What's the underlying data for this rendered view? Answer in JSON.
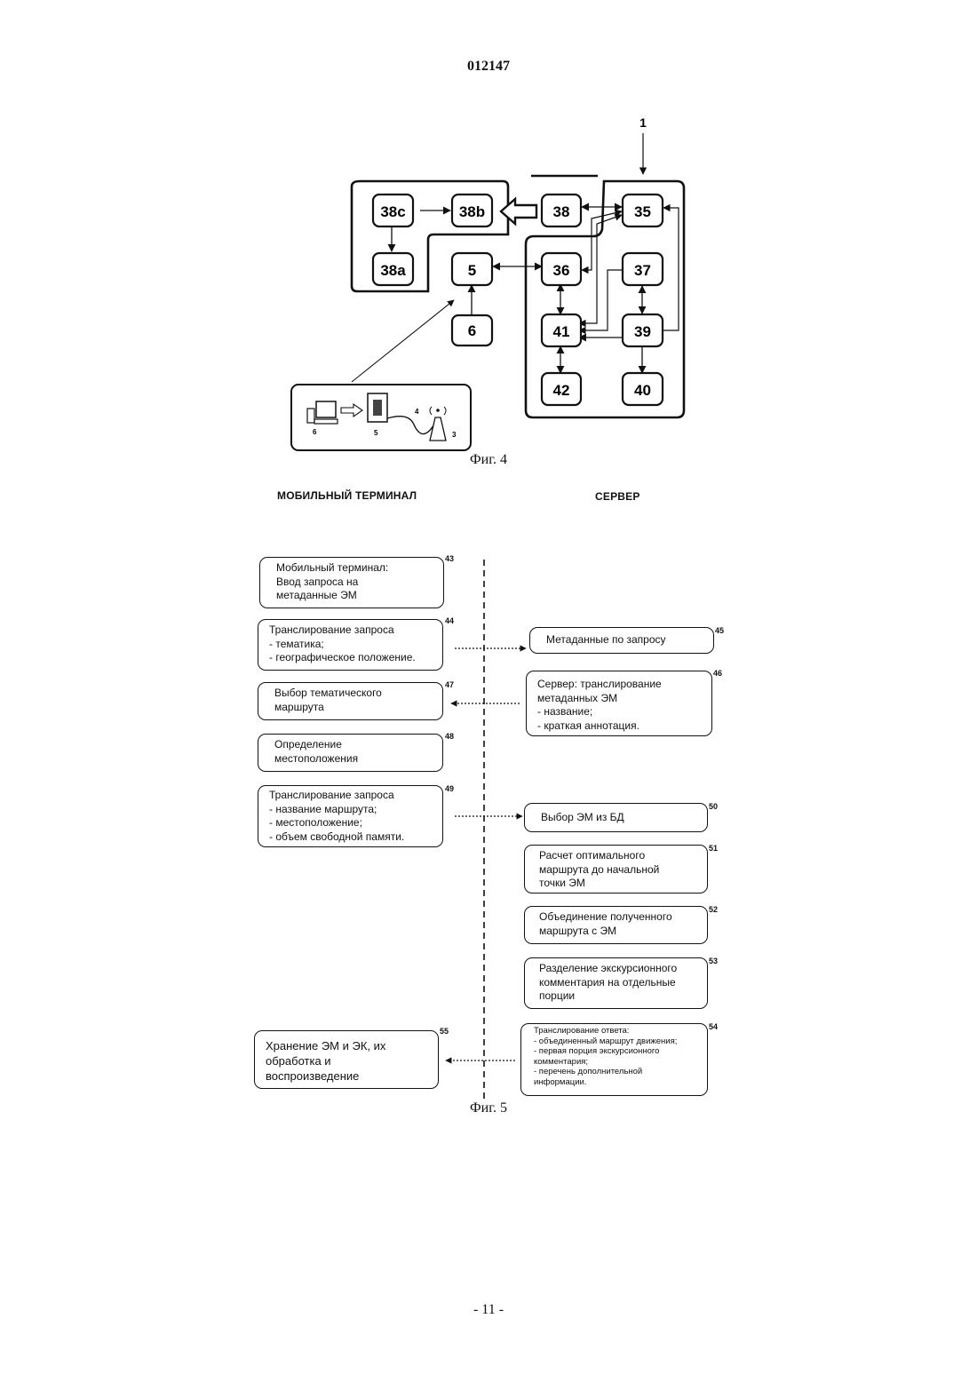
{
  "header": {
    "doc_number": "012147"
  },
  "figure4": {
    "caption": "Фиг. 4",
    "pointer_label": "1",
    "blocks": {
      "b38c": "38c",
      "b38b": "38b",
      "b38a": "38a",
      "b38": "38",
      "b35": "35",
      "b5": "5",
      "b36": "36",
      "b37": "37",
      "b6": "6",
      "b41": "41",
      "b39": "39",
      "b42": "42",
      "b40": "40"
    },
    "inset": {
      "pc_label": "6",
      "server_label": "5",
      "cable_label": "4",
      "antenna_label": "3"
    }
  },
  "figure5": {
    "caption": "Фиг. 5",
    "col_left": "МОБИЛЬНЫЙ ТЕРМИНАЛ",
    "col_right": "СЕРВЕР",
    "steps": [
      {
        "ref": "43",
        "lines": [
          "Мобильный терминал:",
          "Ввод запроса на",
          "метаданные ЭМ"
        ]
      },
      {
        "ref": "44",
        "lines": [
          "Транслирование запроса",
          "- тематика;",
          "- географическое положение."
        ]
      },
      {
        "ref": "45",
        "lines": [
          "Метаданные по запросу"
        ]
      },
      {
        "ref": "46",
        "lines": [
          "Сервер:  транслирование",
          "метаданных ЭМ",
          "- название;",
          "- краткая аннотация."
        ]
      },
      {
        "ref": "47",
        "lines": [
          "Выбор тематического",
          "маршрута"
        ]
      },
      {
        "ref": "48",
        "lines": [
          "Определение",
          "местоположения"
        ]
      },
      {
        "ref": "49",
        "lines": [
          "Транслирование запроса",
          "- название маршрута;",
          "- местоположение;",
          "- объем свободной памяти."
        ]
      },
      {
        "ref": "50",
        "lines": [
          "Выбор  ЭМ из БД"
        ]
      },
      {
        "ref": "51",
        "lines": [
          "Расчет оптимального",
          "маршрута до начальной",
          "точки ЭМ"
        ]
      },
      {
        "ref": "52",
        "lines": [
          "Объединение полученного",
          "маршрута с ЭМ"
        ]
      },
      {
        "ref": "53",
        "lines": [
          "Разделение экскурсионного",
          "комментария на отдельные",
          "порции"
        ]
      },
      {
        "ref": "54",
        "lines": [
          "Транслирование ответа:",
          "- объединенный маршрут движения;",
          "- первая порция экскурсионного",
          "комментария;",
          "- перечень дополнительной",
          "информации."
        ]
      },
      {
        "ref": "55",
        "lines": [
          "Хранение ЭМ и ЭК, их",
          "обработка и",
          "воспроизведение"
        ]
      }
    ]
  },
  "footer": {
    "page_number": "- 11 -"
  }
}
